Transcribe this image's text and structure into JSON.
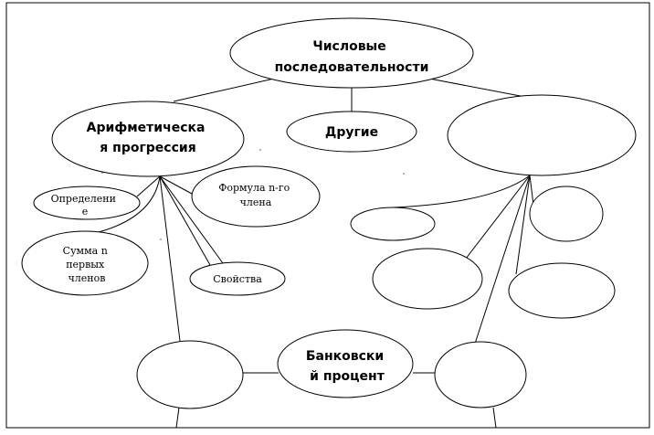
{
  "nodes": {
    "root": [
      "Числовые",
      "последовательности"
    ],
    "arithmetic": [
      "Арифметическа",
      "я прогрессия"
    ],
    "other": [
      "Другие"
    ],
    "unlabeled_right": [],
    "definition": [
      "Определени",
      "е"
    ],
    "formula": [
      "Формула n-го",
      "члена"
    ],
    "sum": [
      "Сумма n",
      "первых",
      "членов"
    ],
    "properties": [
      "Свойства"
    ],
    "bank": [
      "Банковски",
      "й процент"
    ],
    "empty_small": [],
    "empty_mid": [],
    "empty_right_top": [],
    "empty_right_bottom": [],
    "bank_left": [],
    "bank_right": []
  }
}
